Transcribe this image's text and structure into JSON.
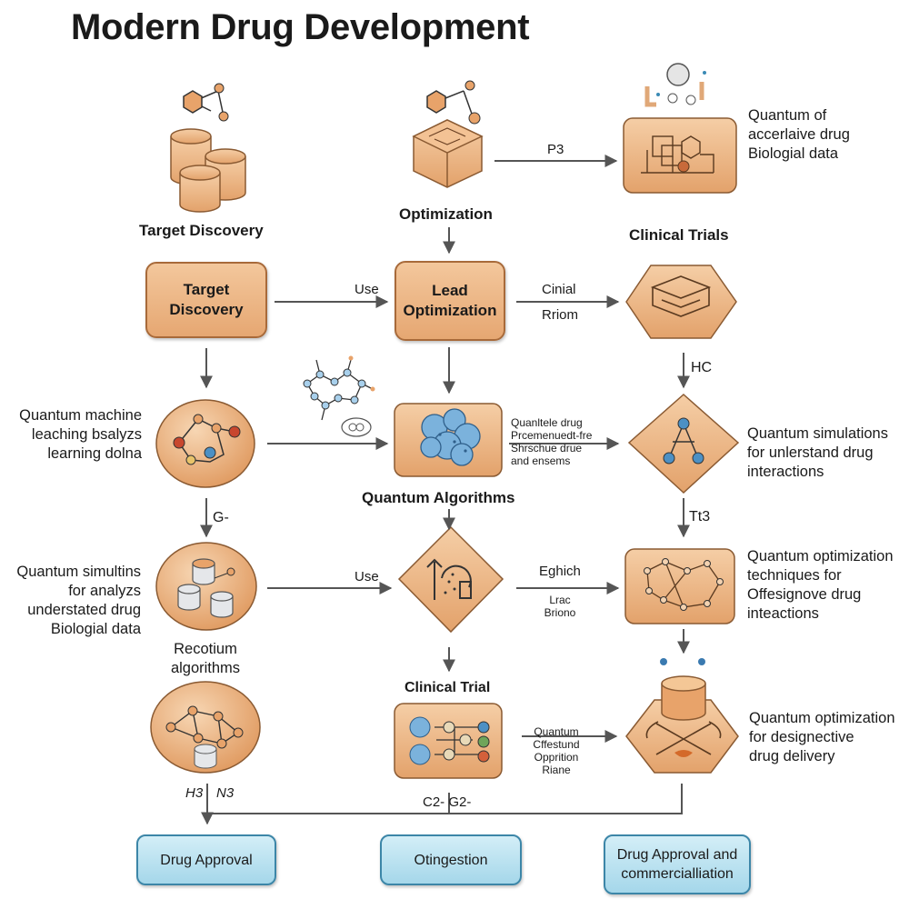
{
  "title": "Modern Drug Development",
  "headings": {
    "target_discovery_icon": "Target Discovery",
    "optimization": "Optimization",
    "clinical_trials": "Clinical Trials",
    "quantum_algorithms": "Quantum Algorithms",
    "clinical_trial": "Clinical Trial"
  },
  "boxes": {
    "target_discovery": "Target\nDiscovery",
    "lead_optimization": "Lead\nOptimization"
  },
  "side_texts": {
    "top_right": "Quantum of\naccerlaive drug\nBiologial data",
    "left_row3": "Quantum machine\nleaching bsalyzs\nlearning dolna",
    "right_row3": "Quantum simulations\nfor unlerstand drug\ninteractions",
    "left_row4": "Quantum simultins\nfor analyzs\nunderstated drug\nBiologial data",
    "right_row4": "Quantum optimization\ntechniques for\nOffesignove drug\nintеactions",
    "recotium": "Recotium\nalgorithms",
    "right_row5": "Quantum optimization\nfor designective\ndrug delivery"
  },
  "arrow_labels": {
    "p3": "P3",
    "use_top": "Use",
    "cinial": "Cinial",
    "rriom": "Rriom",
    "hc": "HC",
    "mid_small": "Quanltele drug\nPrcemenuedt-fre\nShrschue drue\nand  ensems",
    "g_minus": "G-",
    "tt3": "Tt3",
    "use_mid": "Use",
    "eghich": "Eghich",
    "lrac": "Lrac\nBriono",
    "quantum_small": "Quantum\nCffestund\nOpprition\nRiane",
    "h3": "H3",
    "n3": "N3",
    "c2g2": "C2- G2-"
  },
  "outputs": {
    "drug_approval": "Drug Approval",
    "otingestion": "Otingestion",
    "commercial": "Drug Approval and\ncommercialliation"
  },
  "colors": {
    "orange_fill": "#e8ac77",
    "orange_border": "#a86a3a",
    "blue_fill": "#b7e0ef",
    "blue_border": "#3c86a8",
    "arrow": "#555555"
  }
}
